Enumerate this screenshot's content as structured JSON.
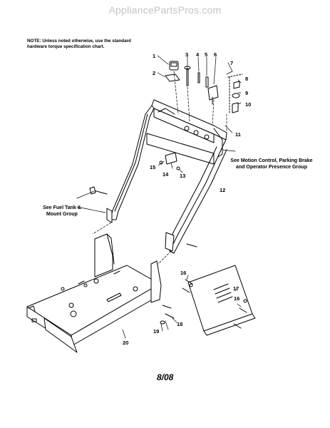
{
  "watermark": "AppliancePartsPros.com",
  "note": "NOTE: Unless noted otherwise, use the standard hardware torque specification chart.",
  "callouts": {
    "motion_control": "See Motion Control, Parking Brake and Operator Presence Group",
    "fuel_tank": "See Fuel Tank & Mount Group"
  },
  "part_numbers": {
    "p1": "1",
    "p2": "2",
    "p3": "3",
    "p4": "4",
    "p5": "5",
    "p6": "6",
    "p7": "7",
    "p8": "8",
    "p9": "9",
    "p10": "10",
    "p11": "11",
    "p12": "12",
    "p13": "13",
    "p14": "14",
    "p15": "15",
    "p16a": "16",
    "p16b": "16",
    "p17": "17",
    "p18": "18",
    "p19": "19",
    "p20": "20"
  },
  "date_code": "8/08"
}
